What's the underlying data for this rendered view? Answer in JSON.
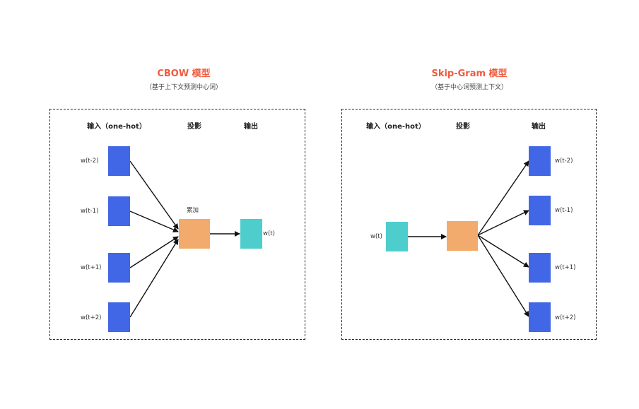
{
  "colors": {
    "title": "#f05a3e",
    "input_box": "#4267e6",
    "projection_box": "#f2ab6c",
    "center_word_box": "#4ecdcd"
  },
  "cbow": {
    "title": "CBOW 模型",
    "subtitle": "（基于上下文预测中心词）",
    "col_input": "输入（one-hot）",
    "col_projection": "投影",
    "col_output": "输出",
    "sum_label": "累加",
    "inputs": [
      "w(t-2)",
      "w(t-1)",
      "w(t+1)",
      "w(t+2)"
    ],
    "output": "w(t)"
  },
  "skipgram": {
    "title": "Skip-Gram 模型",
    "subtitle": "（基于中心词预测上下文）",
    "col_input": "输入（one-hot）",
    "col_projection": "投影",
    "col_output": "输出",
    "input": "w(t)",
    "outputs": [
      "w(t-2)",
      "w(t-1)",
      "w(t+1)",
      "w(t+2)"
    ]
  }
}
